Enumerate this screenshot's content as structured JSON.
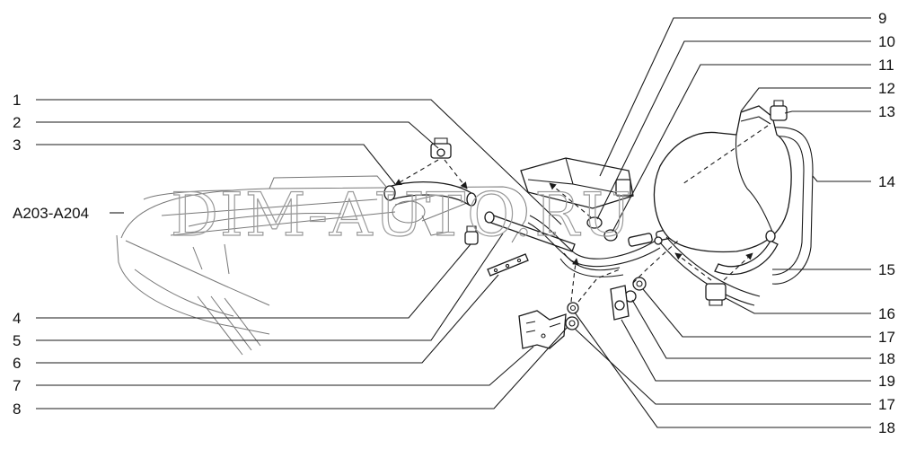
{
  "callouts": {
    "left": [
      "1",
      "2",
      "3",
      "4",
      "5",
      "6",
      "7",
      "8"
    ],
    "right": [
      "9",
      "10",
      "11",
      "12",
      "13",
      "14",
      "15",
      "16",
      "17",
      "18",
      "19",
      "17",
      "18"
    ],
    "variant_label": "A203-A204"
  },
  "watermark": "DIM-AUTO.RU"
}
